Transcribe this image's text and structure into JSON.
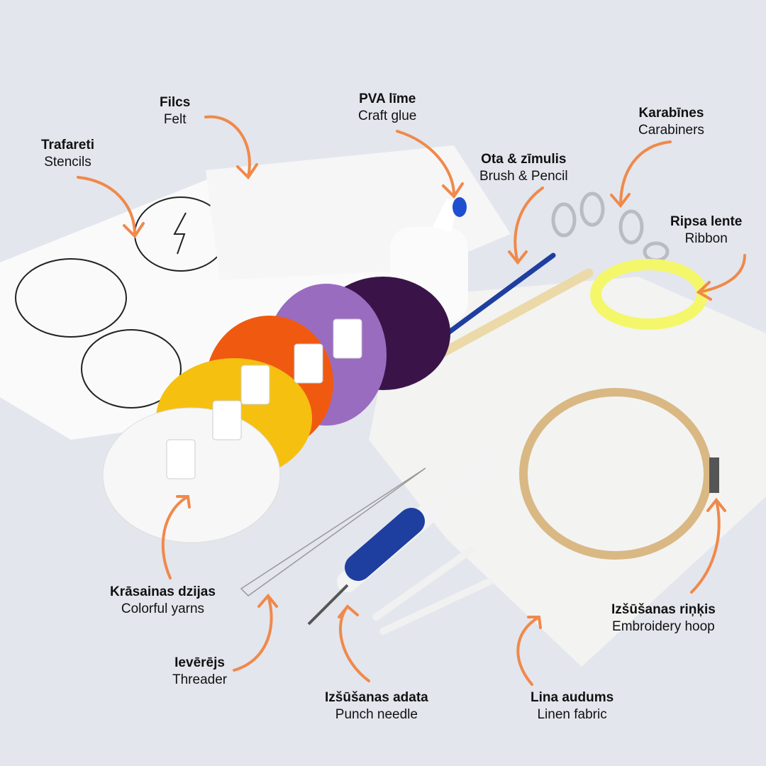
{
  "labels": {
    "felt": {
      "lv": "Filcs",
      "en": "Felt"
    },
    "glue": {
      "lv": "PVA līme",
      "en": "Craft glue"
    },
    "carabiners": {
      "lv": "Karabīnes",
      "en": "Carabiners"
    },
    "stencils": {
      "lv": "Trafareti",
      "en": "Stencils"
    },
    "brush_pencil": {
      "lv": "Ota & zīmulis",
      "en": "Brush & Pencil"
    },
    "ribbon": {
      "lv": "Ripsa lente",
      "en": "Ribbon"
    },
    "yarns": {
      "lv": "Krāsainas dzijas",
      "en": "Colorful yarns"
    },
    "threader": {
      "lv": "Ievērējs",
      "en": "Threader"
    },
    "punch_needle": {
      "lv": "Izšūšanas adata",
      "en": "Punch needle"
    },
    "linen": {
      "lv": "Lina audums",
      "en": "Linen fabric"
    },
    "hoop": {
      "lv": "Izšūšanas riņķis",
      "en": "Embroidery hoop"
    }
  },
  "colors": {
    "background": "#e3e6ed",
    "arrow": "#f0894a",
    "yarn_white": "#f4f4f4",
    "yarn_yellow": "#f5c010",
    "yarn_orange": "#ef5a10",
    "yarn_lilac": "#9a6cc0",
    "yarn_purple": "#3a1448",
    "needle_blue": "#1e3fa0",
    "hoop_wood": "#d9b884",
    "ribbon": "#f4f76a"
  }
}
